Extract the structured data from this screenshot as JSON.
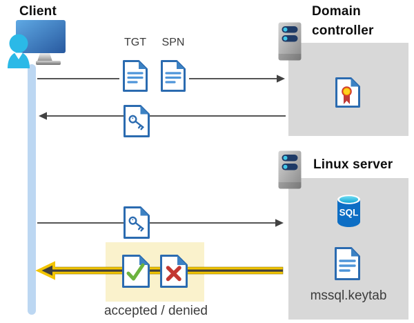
{
  "diagram": {
    "client": {
      "title": "Client"
    },
    "domain_controller": {
      "title": "Domain controller"
    },
    "linux_server": {
      "title": "Linux server",
      "database_label": "SQL",
      "keytab_label": "mssql.keytab"
    },
    "messages": {
      "tgt_label": "TGT",
      "spn_label": "SPN",
      "result_label": "accepted / denied"
    }
  },
  "icons": {
    "client-icon": "monitor with person silhouette",
    "server-icon": "rack server with two status bars",
    "document-icon": "blue-bordered page with folded corner and text lines",
    "key-ticket-icon": "page with key glyph",
    "certificate-icon": "page with red/yellow rosette seal",
    "sql-database-icon": "blue database cylinder labeled SQL",
    "document-check-icon": "page with green checkmark",
    "document-cross-icon": "page with red cross"
  },
  "colors": {
    "panel_gray": "#d8d8d8",
    "highlight_yellow": "#faf2cc",
    "accent_yellow": "#f2c400",
    "doc_border_blue": "#2b6bb0",
    "doc_fold_blue": "#3c82c4",
    "doc_line_blue": "#4e95d9",
    "arrow_gray": "#545454",
    "lifeline_blue": "#bcd7f2",
    "check_green": "#6cb33e",
    "cross_red": "#c23732",
    "sql_body_blue": "#0d6ec4",
    "sql_top_cyan": "#39c1e5",
    "person_cyan": "#2bb9e7",
    "server_pill_navy": "#1e3a66"
  }
}
